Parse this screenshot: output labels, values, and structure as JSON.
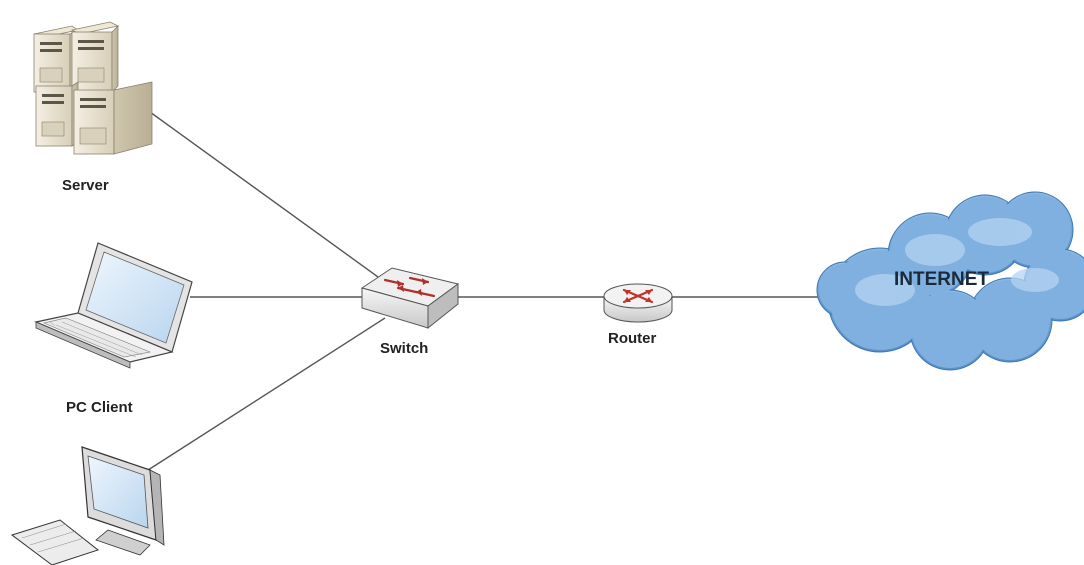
{
  "diagram": {
    "nodes": {
      "server": {
        "label": "Server",
        "icon": "server-tower-icon"
      },
      "pc_client": {
        "label": "PC Client",
        "icon": "laptop-icon"
      },
      "desktop": {
        "label": "",
        "icon": "desktop-computer-icon"
      },
      "switch": {
        "label": "Switch",
        "icon": "network-switch-icon"
      },
      "router": {
        "label": "Router",
        "icon": "router-icon"
      },
      "internet": {
        "label": "INTERNET",
        "icon": "cloud-icon"
      }
    },
    "edges": [
      {
        "from": "server",
        "to": "switch"
      },
      {
        "from": "pc_client",
        "to": "switch"
      },
      {
        "from": "desktop",
        "to": "switch"
      },
      {
        "from": "switch",
        "to": "router"
      },
      {
        "from": "router",
        "to": "internet"
      }
    ],
    "colors": {
      "line": "#555555",
      "cloud_fill": "#6a9fd4",
      "cloud_light": "#a9cbee",
      "router_accent": "#c0342b",
      "switch_accent": "#b0302a",
      "device_body": "#e6e6e6",
      "screen": "#d6e7f7"
    }
  }
}
